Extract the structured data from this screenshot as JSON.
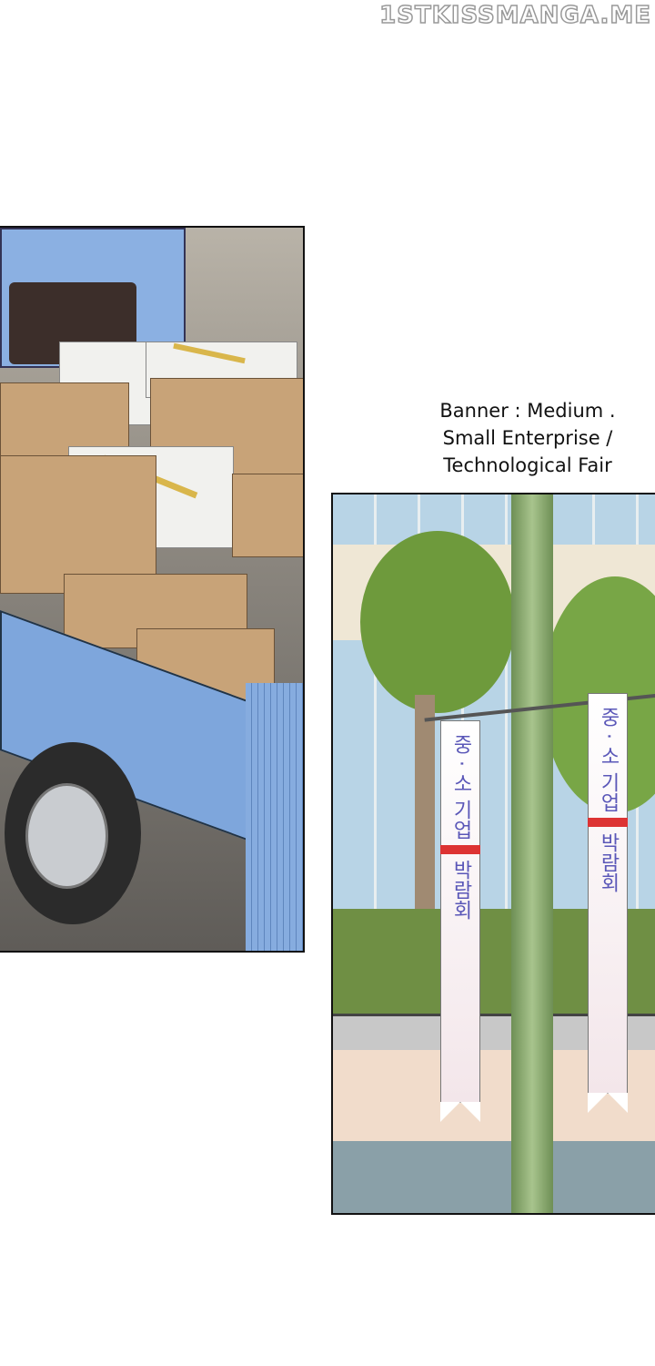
{
  "watermark": "1STKISSMANGA.ME",
  "caption": {
    "lines": [
      "Banner : Medium .",
      "Small Enterprise /",
      "Technological Fair"
    ]
  },
  "banners": {
    "left": {
      "top": "중 · 소 기업",
      "bottom": "박람회"
    },
    "right": {
      "top": "중 · 소 기업",
      "bottom": "박람회"
    }
  },
  "colors": {
    "truck": "#7ea6dc",
    "box": "#c8a378",
    "pole": "#8fb072",
    "banner_text": "#5a57b8"
  }
}
